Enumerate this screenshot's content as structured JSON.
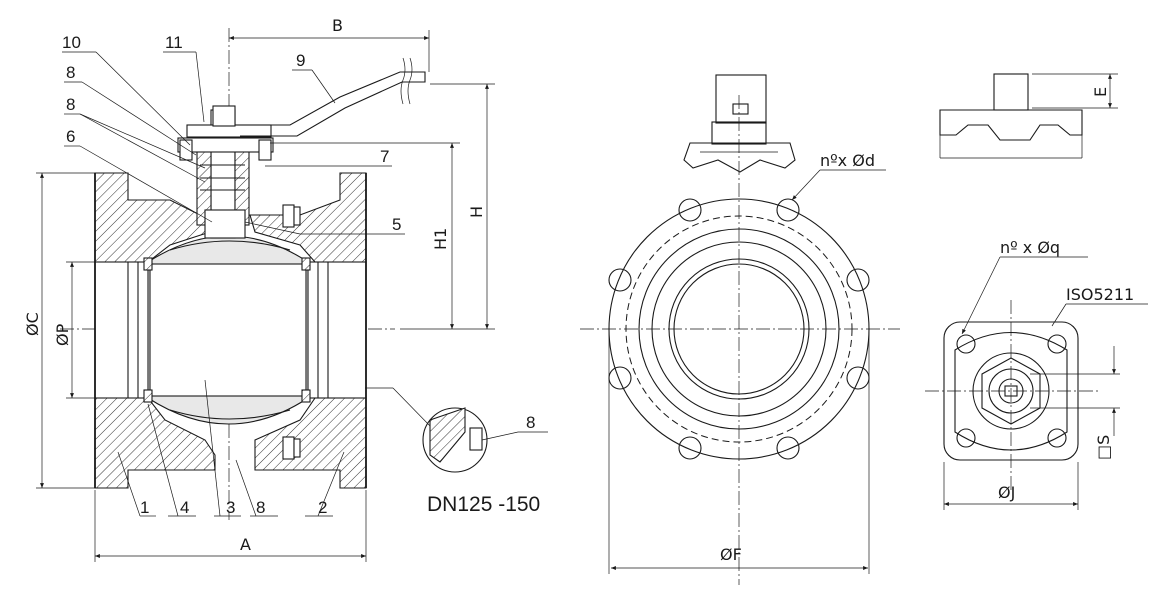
{
  "part_labels": {
    "p1": "1",
    "p2": "2",
    "p3": "3",
    "p4": "4",
    "p5": "5",
    "p6": "6",
    "p7": "7",
    "p8a": "8",
    "p8b": "8",
    "p8c": "8",
    "p8d": "8",
    "p9": "9",
    "p10": "10",
    "p11": "11"
  },
  "dimensions": {
    "A": "A",
    "B": "B",
    "H": "H",
    "H1": "H1",
    "C": "ØC",
    "P": "ØP",
    "F": "ØF",
    "J": "ØJ",
    "S": "□S",
    "E": "E",
    "bolt_holes": "nºx Ød",
    "flange_holes": "nº x Øq",
    "iso": "ISO5211"
  },
  "detail_caption": "DN125 -150"
}
